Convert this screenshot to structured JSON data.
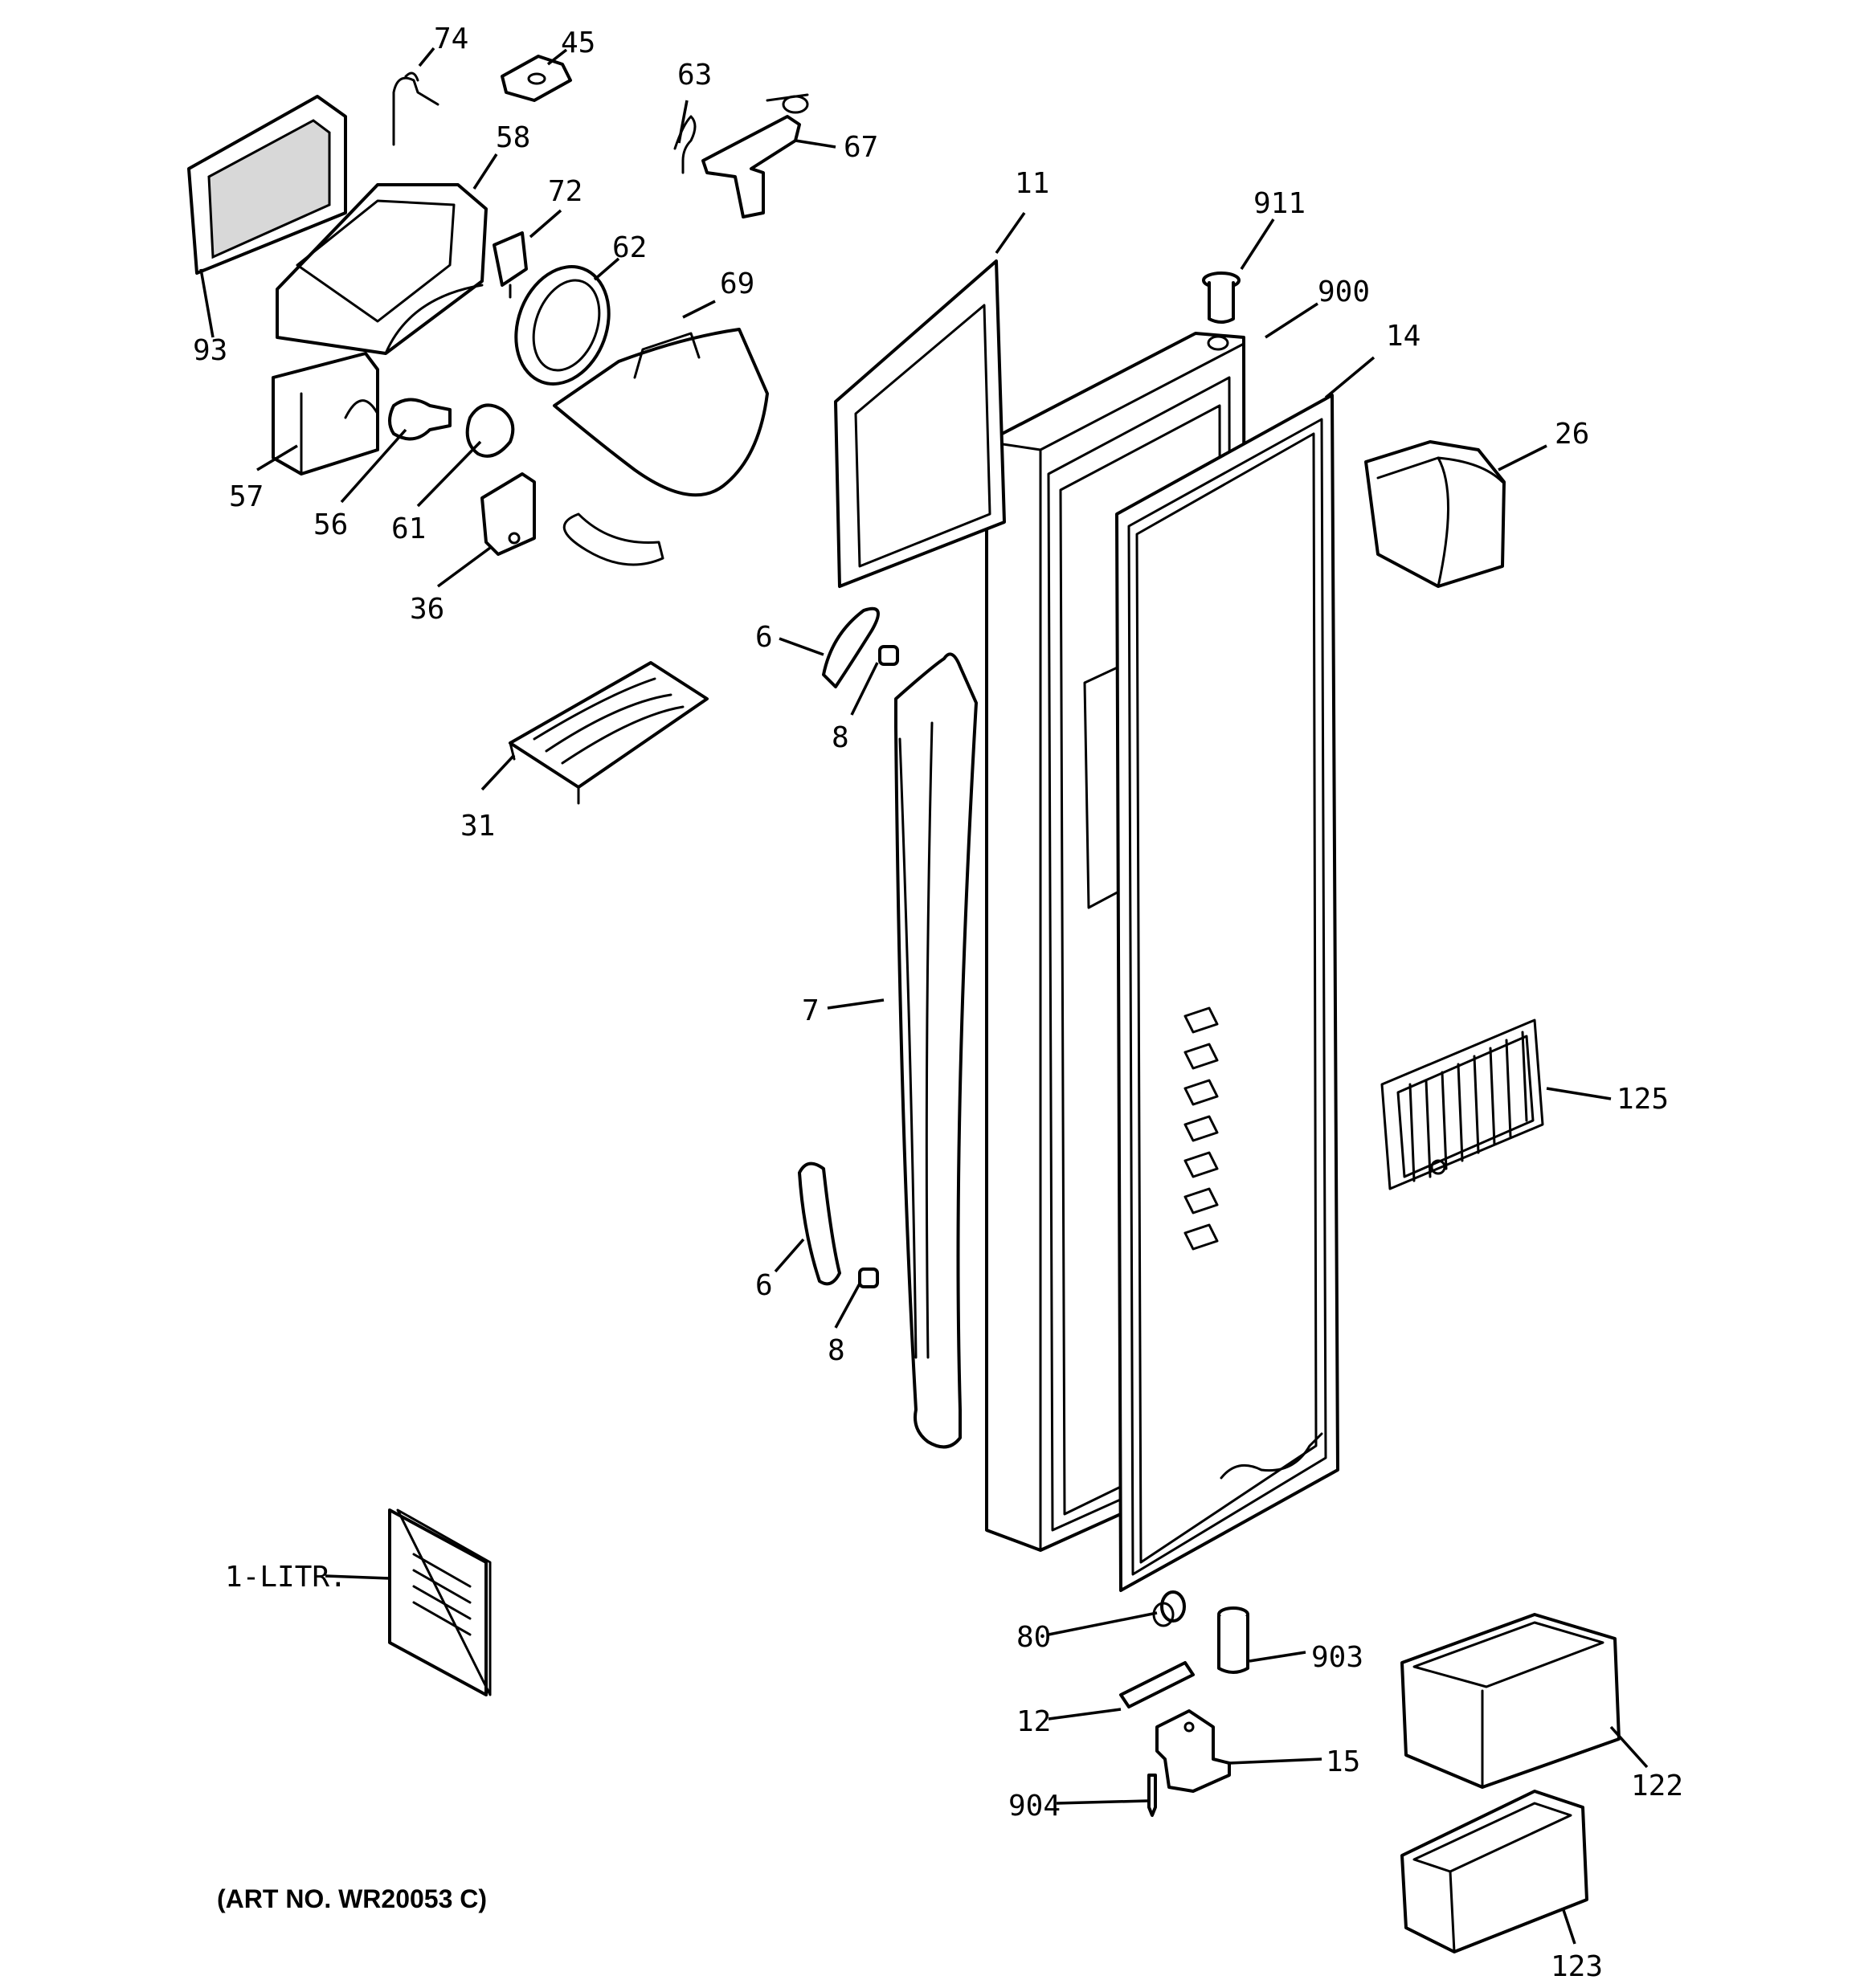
{
  "diagram": {
    "art_number": "(ART NO. WR20053 C)",
    "callouts": {
      "c74": "74",
      "c45": "45",
      "c63": "63",
      "c67": "67",
      "c58": "58",
      "c72": "72",
      "c62": "62",
      "c69": "69",
      "c93": "93",
      "c57": "57",
      "c56": "56",
      "c61": "61",
      "c36": "36",
      "c11": "11",
      "c911": "911",
      "c900": "900",
      "c14": "14",
      "c26": "26",
      "c6a": "6",
      "c8a": "8",
      "c31": "31",
      "c7": "7",
      "c125": "125",
      "c6b": "6",
      "c8b": "8",
      "c1litr": "1-LITR.",
      "c80": "80",
      "c903": "903",
      "c12": "12",
      "c15": "15",
      "c904": "904",
      "c122": "122",
      "c123": "123"
    }
  }
}
